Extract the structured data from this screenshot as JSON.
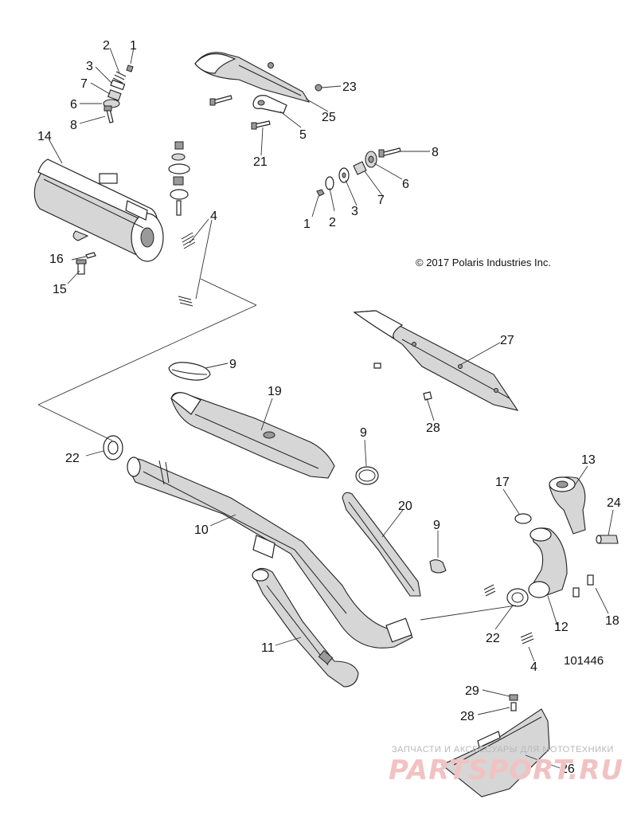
{
  "copyright": "© 2017 Polaris Industries Inc.",
  "diagram_number": "101446",
  "watermark": {
    "tagline": "ЗАПЧАСТИ И АКСЕССУАРЫ ДЛЯ МОТОТЕХНИКИ",
    "brand": "PARTSPORT.RU"
  },
  "callouts": {
    "c1a": "1",
    "c2a": "2",
    "c3a": "3",
    "c7a": "7",
    "c6a": "6",
    "c8a": "8",
    "c14": "14",
    "c16": "16",
    "c15": "15",
    "c4a": "4",
    "c23": "23",
    "c25": "25",
    "c5": "5",
    "c21": "21",
    "c8b": "8",
    "c6b": "6",
    "c7b": "7",
    "c3b": "3",
    "c2b": "2",
    "c1b": "1",
    "c27": "27",
    "c28a": "28",
    "c9a": "9",
    "c19": "19",
    "c22a": "22",
    "c9b": "9",
    "c10": "10",
    "c20": "20",
    "c9c": "9",
    "c17": "17",
    "c13": "13",
    "c24": "24",
    "c11": "11",
    "c22b": "22",
    "c12": "12",
    "c18": "18",
    "c4b": "4",
    "c29": "29",
    "c28b": "28",
    "c26": "26"
  }
}
